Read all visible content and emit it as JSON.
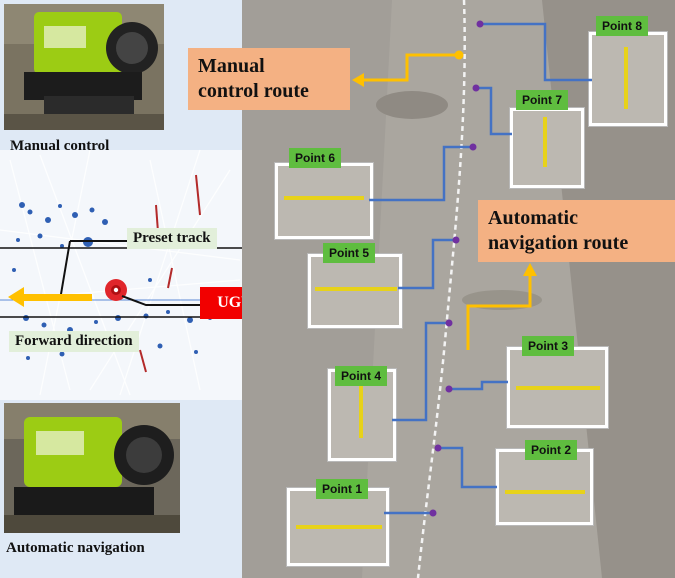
{
  "left_panel": {
    "manual_caption": "Manual control",
    "auto_caption": "Automatic navigation",
    "preset_track_label": "Preset track",
    "forward_direction_label": "Forward direction",
    "ugv_label": "UGV"
  },
  "routes": {
    "manual_line1": "Manual",
    "manual_line2": "control route",
    "auto_line1": "Automatic",
    "auto_line2": "navigation route"
  },
  "points": [
    "Point 1",
    "Point 2",
    "Point 3",
    "Point 4",
    "Point 5",
    "Point 6",
    "Point 7",
    "Point 8"
  ],
  "colors": {
    "route_box": "#f4b183",
    "point_tag": "#5fbd3f",
    "leader_line": "#4472c4",
    "leader_dot": "#7030a0",
    "route_arrow": "#ffc000",
    "ugv_box": "#f20000",
    "label_box": "#e2efda",
    "map_background": "#dfe9f5"
  }
}
